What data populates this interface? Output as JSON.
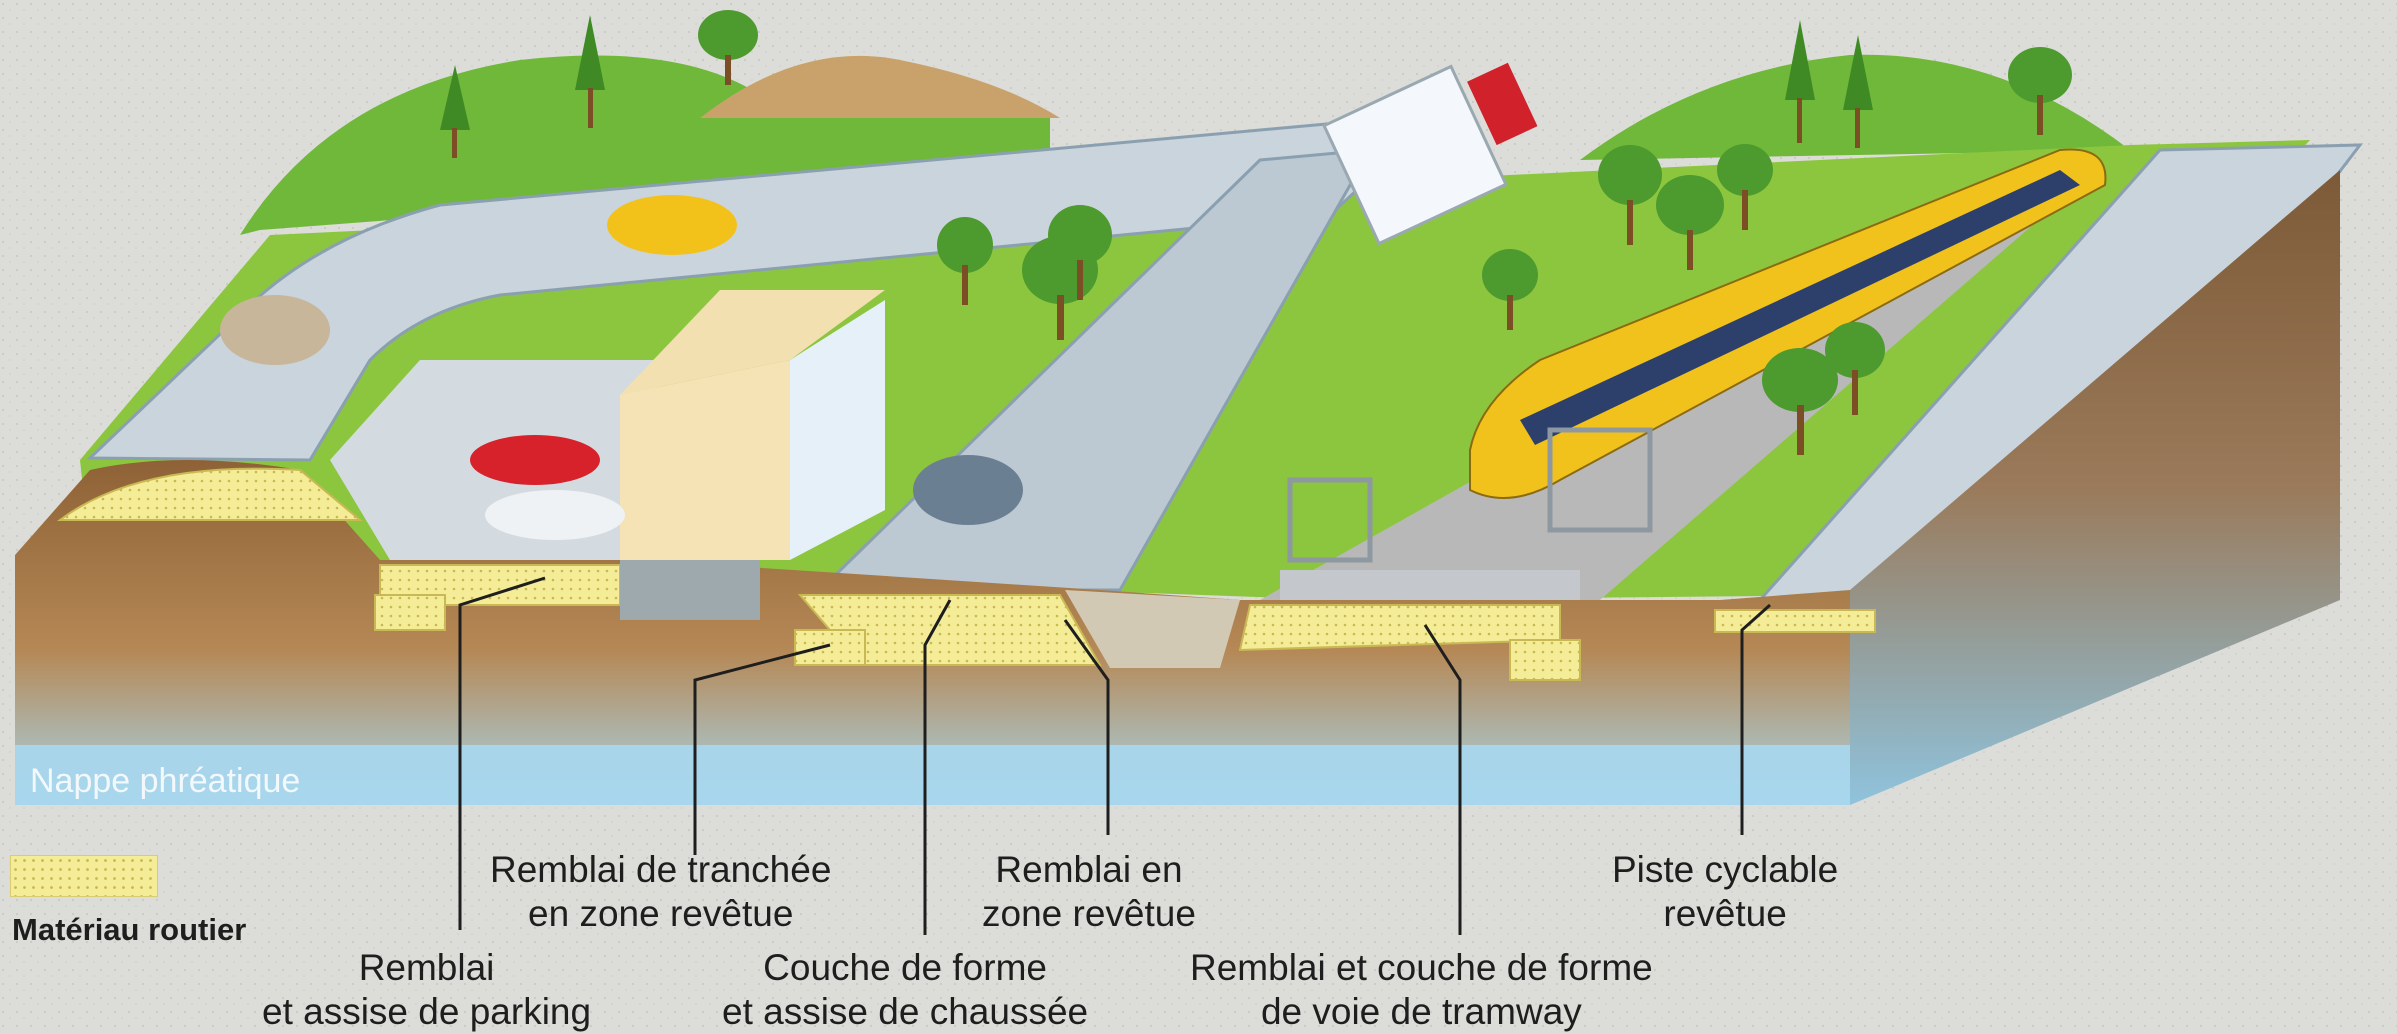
{
  "water_table_label": "Nappe phréatique",
  "legend": {
    "label": "Matériau routier",
    "swatch_color": "#f4ec96"
  },
  "labels": {
    "trench_fill": {
      "line1": "Remblai de tranchée",
      "line2": "en zone revêtue"
    },
    "paved_fill": {
      "line1": "Remblai en",
      "line2": "zone revêtue"
    },
    "bike_path": {
      "line1": "Piste cyclable",
      "line2": "revêtue"
    },
    "parking_fill": {
      "line1": "Remblai",
      "line2": "et assise de parking"
    },
    "road_subgrade": {
      "line1": "Couche de forme",
      "line2": "et assise de chaussée"
    },
    "tram_subgrade": {
      "line1": "Remblai et couche de forme",
      "line2": "de voie de tramway"
    }
  },
  "colors": {
    "soil": "#a57a4a",
    "water": "#a8d6ec",
    "grass": "#8cc63f",
    "road": "#c9d4dc",
    "material": "#f4ec96",
    "tram": "#f2c21c"
  }
}
